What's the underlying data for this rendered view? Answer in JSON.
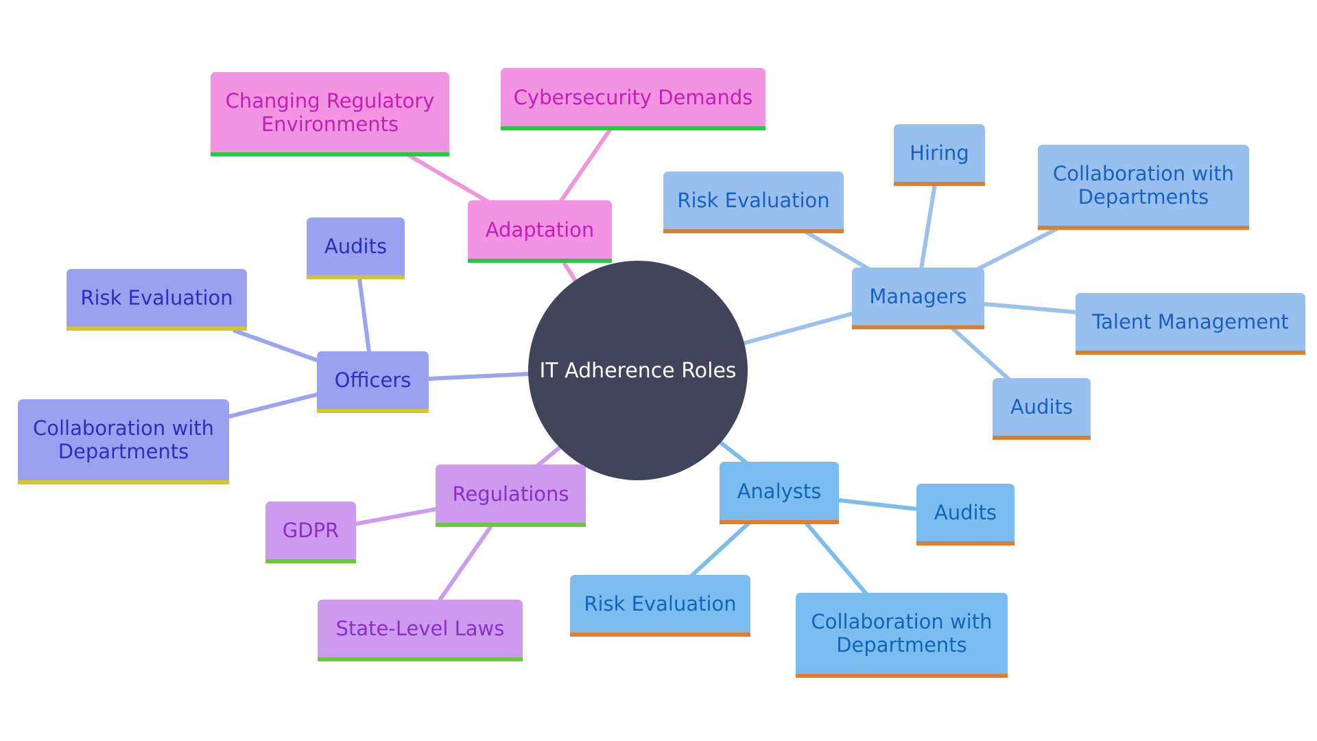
{
  "root": {
    "label": "IT Adherence Roles"
  },
  "branches": {
    "adaptation": {
      "label": "Adaptation",
      "children": [
        "Changing Regulatory Environments",
        "Cybersecurity Demands"
      ]
    },
    "managers": {
      "label": "Managers",
      "children": [
        "Risk Evaluation",
        "Hiring",
        "Collaboration with Departments",
        "Talent Management",
        "Audits"
      ]
    },
    "officers": {
      "label": "Officers",
      "children": [
        "Audits",
        "Risk Evaluation",
        "Collaboration with Departments"
      ]
    },
    "analysts": {
      "label": "Analysts",
      "children": [
        "Audits",
        "Risk Evaluation",
        "Collaboration with Departments"
      ]
    },
    "regulations": {
      "label": "Regulations",
      "children": [
        "GDPR",
        "State-Level Laws"
      ]
    }
  },
  "colors": {
    "root_fill": "#41455c",
    "adaptation": {
      "fill": "#f294e2",
      "text": "#c21fb5",
      "line": "#ee97dd",
      "underline": "#26c942"
    },
    "managers": {
      "fill": "#98c0ee",
      "text": "#1b5fc0",
      "line": "#9cc2ec",
      "underline": "#d8802f"
    },
    "officers": {
      "fill": "#9aa2f0",
      "text": "#2a2fbc",
      "line": "#9ca4ee",
      "underline": "#d4c52b"
    },
    "analysts": {
      "fill": "#7bbdf0",
      "text": "#1264b5",
      "line": "#7dbdec",
      "underline": "#e07d2e"
    },
    "regulations": {
      "fill": "#cd9af0",
      "text": "#8a2fc4",
      "line": "#cc9cee",
      "underline": "#6cc93a"
    }
  }
}
